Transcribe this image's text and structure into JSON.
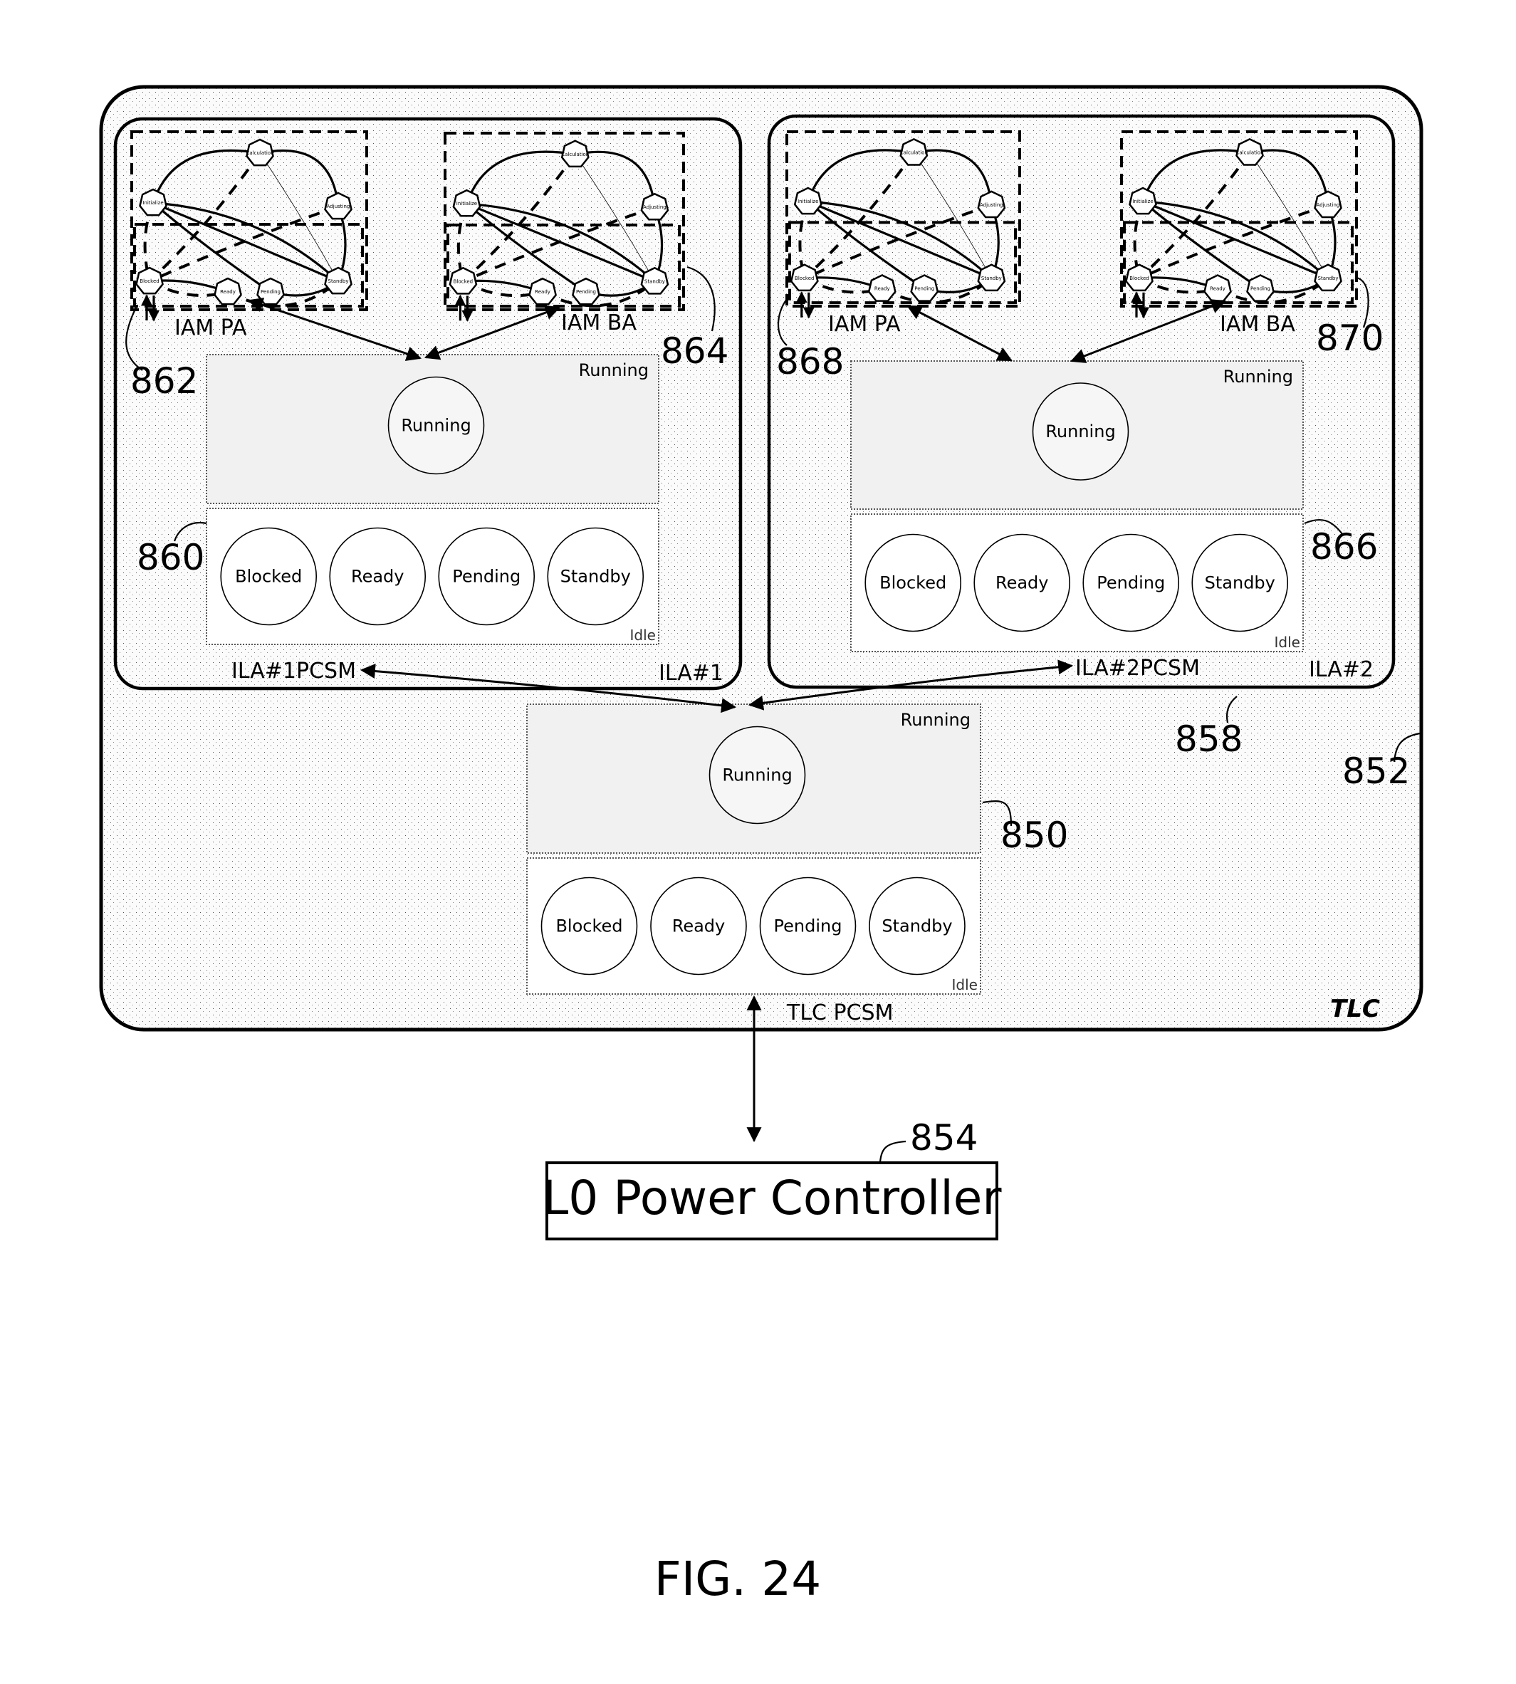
{
  "figure": {
    "caption": "FIG. 24"
  },
  "tlc": {
    "label": "TLC",
    "ref": "852",
    "pcsm": {
      "label": "TLC PCSM",
      "ref": "850",
      "running_region_label": "Running",
      "running_state": "Running",
      "idle_region_label": "Idle",
      "idle_states": [
        "Blocked",
        "Ready",
        "Pending",
        "Standby"
      ]
    }
  },
  "ila1": {
    "label": "ILA#1",
    "pcsm": {
      "label": "ILA#1PCSM",
      "ref": "860",
      "running_region_label": "Running",
      "running_state": "Running",
      "idle_region_label": "Idle",
      "idle_states": [
        "Blocked",
        "Ready",
        "Pending",
        "Standby"
      ]
    },
    "iam_pa": {
      "label": "IAM PA",
      "ref": "862"
    },
    "iam_ba": {
      "label": "IAM BA",
      "ref": "864"
    }
  },
  "ila2": {
    "label": "ILA#2",
    "ref": "858",
    "pcsm": {
      "label": "ILA#2PCSM",
      "ref": "866",
      "running_region_label": "Running",
      "running_state": "Running",
      "idle_region_label": "Idle",
      "idle_states": [
        "Blocked",
        "Ready",
        "Pending",
        "Standby"
      ]
    },
    "iam_pa": {
      "label": "IAM PA",
      "ref": "868"
    },
    "iam_ba": {
      "label": "IAM BA",
      "ref": "870"
    }
  },
  "iam_state_machine": {
    "nodes": [
      "Calculation",
      "Initialize",
      "Adjusting",
      "Blocked",
      "Ready",
      "Pending",
      "Standby"
    ]
  },
  "power_controller": {
    "label": "L0 Power Controller",
    "ref": "854"
  }
}
